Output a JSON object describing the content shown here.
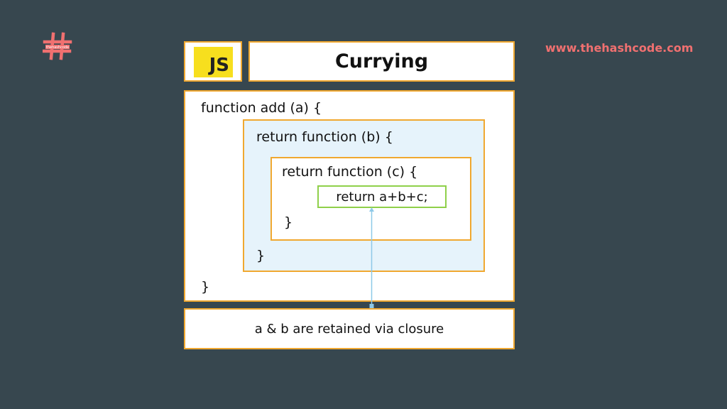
{
  "brand": {
    "logo_icon": "hash-logo-icon",
    "logo_caption": "thehashcode",
    "url": "www.thehashcode.com",
    "accent_color": "#f07070"
  },
  "header": {
    "badge": "JS",
    "title": "Currying"
  },
  "code": {
    "line1": "function add (a) {",
    "line2": "return function (b) {",
    "line3": "return function (c) {",
    "line4": "return a+b+c;",
    "close_inner": "}",
    "close_mid": "}",
    "close_outer": "}"
  },
  "note": "a & b are retained via closure",
  "colors": {
    "background": "#37474f",
    "box_border": "#f0a830",
    "return_border": "#8fd04a",
    "mid_fill": "#e6f3fb",
    "connector": "#8ec9e8",
    "js_yellow": "#f7df1e"
  }
}
